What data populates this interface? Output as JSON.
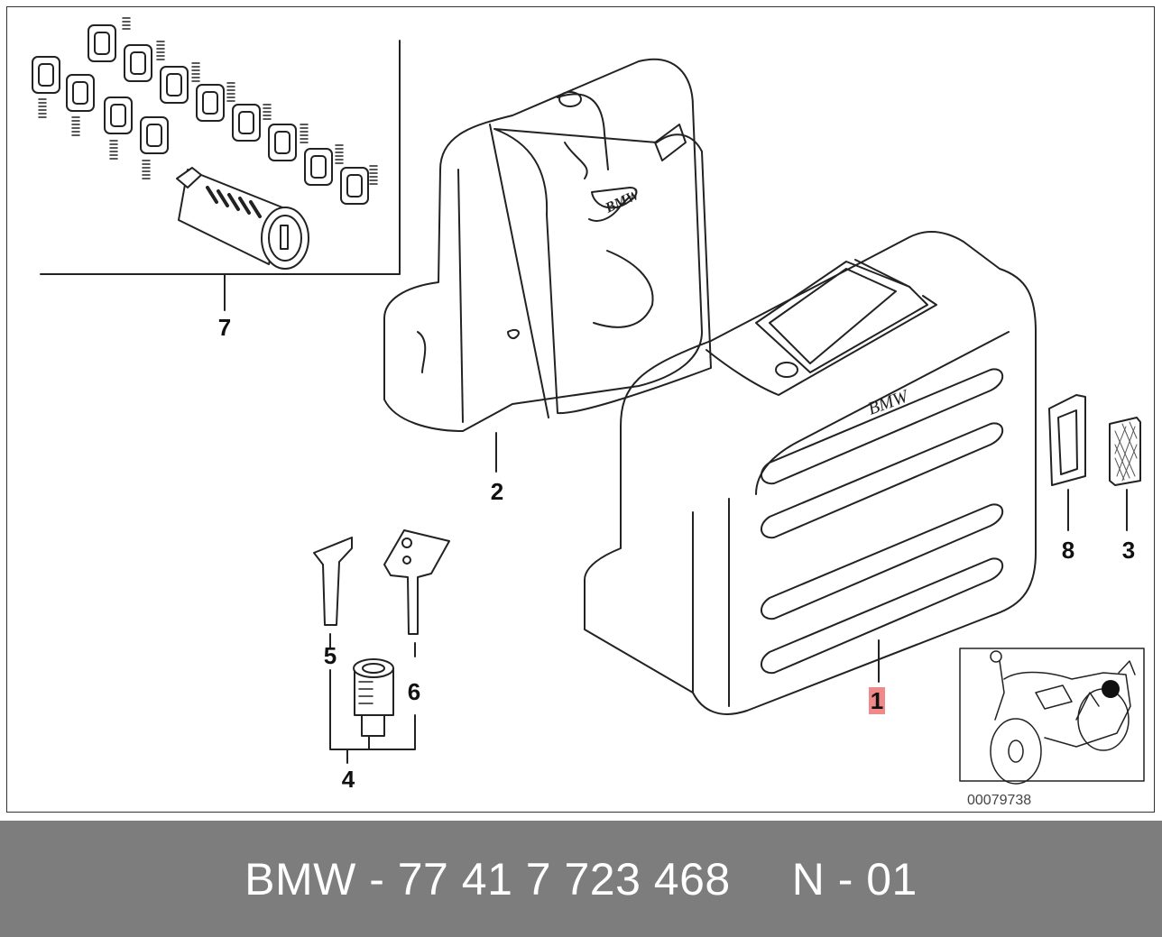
{
  "diagram": {
    "callouts": [
      {
        "id": "1",
        "label": "1",
        "highlighted": true
      },
      {
        "id": "2",
        "label": "2",
        "highlighted": false
      },
      {
        "id": "3",
        "label": "3",
        "highlighted": false
      },
      {
        "id": "4",
        "label": "4",
        "highlighted": false
      },
      {
        "id": "5",
        "label": "5",
        "highlighted": false
      },
      {
        "id": "6",
        "label": "6",
        "highlighted": false
      },
      {
        "id": "7",
        "label": "7",
        "highlighted": false
      },
      {
        "id": "8",
        "label": "8",
        "highlighted": false
      }
    ],
    "brand_marks": [
      "BMW",
      "BMW"
    ],
    "picture_id": "00079738",
    "highlight_color": "#f08a8a"
  },
  "footer": {
    "part_label": "BMW - 77 41 7 723 468",
    "position_label": "N - 01",
    "band_color": "#7d7d7d"
  }
}
